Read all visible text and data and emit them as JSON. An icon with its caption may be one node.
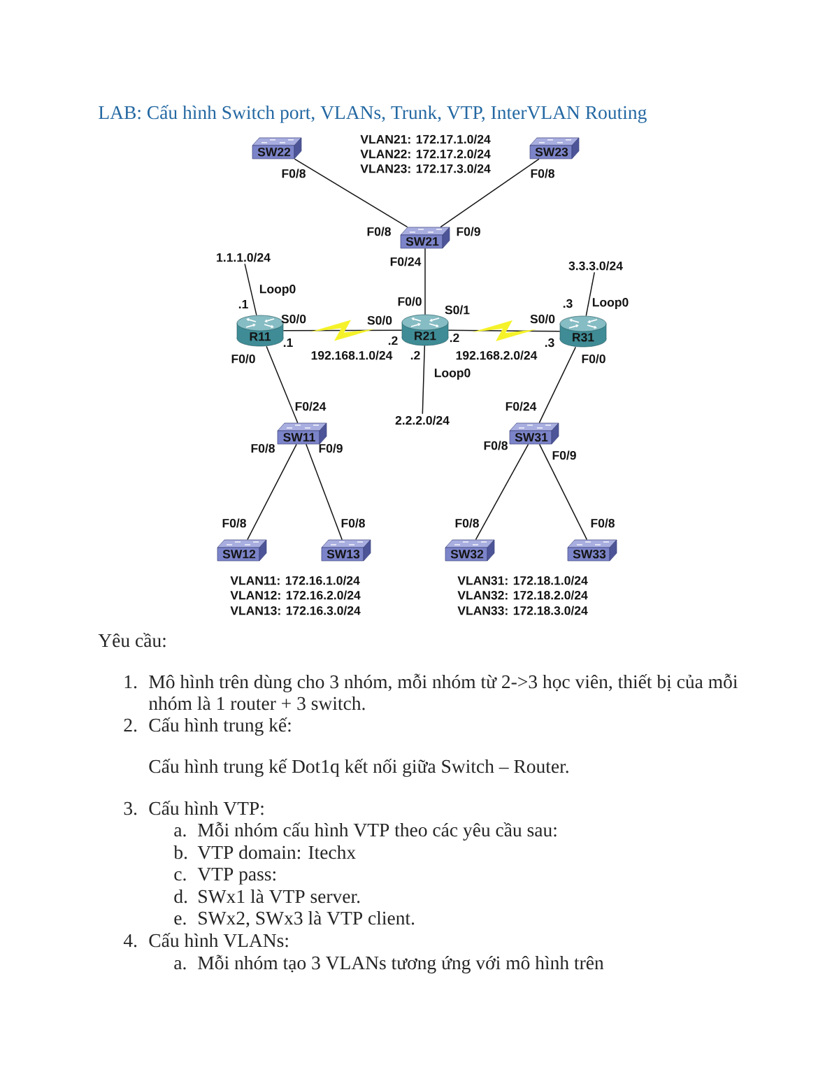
{
  "diagram": {
    "title": "LAB: Cấu hình Switch port, VLANs, Trunk, VTP, InterVLAN Routing",
    "nodes": [
      {
        "text": [
          "SW22"
        ]
      },
      {
        "text": [
          "SW23"
        ]
      },
      {
        "text": [
          "SW21"
        ]
      },
      {
        "text": [
          "1.1.1.0/24"
        ]
      },
      {
        "text": [
          "3.3.3.0/24"
        ]
      },
      {
        "text": [
          "R11"
        ]
      },
      {
        "text": [
          "R21"
        ]
      },
      {
        "text": [
          "R31"
        ]
      },
      {
        "text": [
          "2.2.2.0/24"
        ]
      },
      {
        "text": [
          "SW11"
        ]
      },
      {
        "text": [
          "SW31"
        ]
      },
      {
        "text": [
          "SW12"
        ]
      },
      {
        "text": [
          "SW13"
        ]
      },
      {
        "text": [
          "SW32"
        ]
      },
      {
        "text": [
          "SW33"
        ]
      }
    ],
    "edges": [
      {
        "from": 0,
        "to": 2,
        "arrow": "none"
      },
      {
        "from": 1,
        "to": 2,
        "arrow": "none"
      },
      {
        "from": 2,
        "to": 6,
        "arrow": "none"
      },
      {
        "from": 5,
        "to": 3,
        "arrow": "none",
        "label": "Loop0"
      },
      {
        "from": 7,
        "to": 4,
        "arrow": "none",
        "label": "Loop0"
      },
      {
        "from": 5,
        "to": 6,
        "arrow": "none",
        "label": "192.168.1.0/24"
      },
      {
        "from": 6,
        "to": 7,
        "arrow": "none",
        "label": "192.168.2.0/24"
      },
      {
        "from": 6,
        "to": 8,
        "arrow": "none",
        "label": "Loop0"
      },
      {
        "from": 5,
        "to": 9,
        "arrow": "none"
      },
      {
        "from": 7,
        "to": 10,
        "arrow": "none"
      },
      {
        "from": 9,
        "to": 11,
        "arrow": "none"
      },
      {
        "from": 9,
        "to": 12,
        "arrow": "none"
      },
      {
        "from": 10,
        "to": 13,
        "arrow": "none"
      },
      {
        "from": 10,
        "to": 14,
        "arrow": "none"
      }
    ],
    "labels": [
      "VLAN21: 172.17.1.0/24",
      "VLAN22: 172.17.2.0/24",
      "VLAN23: 172.17.3.0/24",
      "F0/8",
      "F0/8",
      "F0/8",
      "F0/9",
      "F0/24",
      ".1",
      "F0/0",
      "S0/1",
      ".3",
      "S0/0",
      "S0/0",
      "S0/0",
      ".1",
      ".2",
      ".2",
      ".3",
      "F0/0",
      ".2",
      "F0/0",
      "F0/24",
      "F0/24",
      "F0/8",
      "F0/9",
      "F0/8",
      "F0/9",
      "F0/8",
      "F0/8",
      "F0/8",
      "F0/8",
      "VLAN11: 172.16.1.0/24",
      "VLAN12: 172.16.2.0/24",
      "VLAN13: 172.16.3.0/24",
      "VLAN31: 172.18.1.0/24",
      "VLAN32: 172.18.2.0/24",
      "VLAN33: 172.18.3.0/24",
      "Yêu cầu:",
      "1.",
      "Mô hình trên dùng cho 3 nhóm, mỗi nhóm từ 2->3 học viên, thiết bị của mỗi nhóm là 1 router + 3 switch.",
      "2.",
      "Cấu hình trung kế:",
      "Cấu hình trung kế Dot1q kết nối giữa Switch – Router.",
      "3.",
      "Cấu hình VTP:",
      "a.",
      "Mỗi nhóm cấu hình VTP theo các yêu cầu sau:",
      "b.",
      "VTP domain: Itechx",
      "c.",
      "VTP pass:",
      "d.",
      "SWx1 là VTP server.",
      "e.",
      "SWx2, SWx3 là VTP client.",
      "4.",
      "Cấu hình VLANs:",
      "a.",
      "Mỗi nhóm tạo 3 VLANs tương ứng với mô hình trên"
    ]
  }
}
